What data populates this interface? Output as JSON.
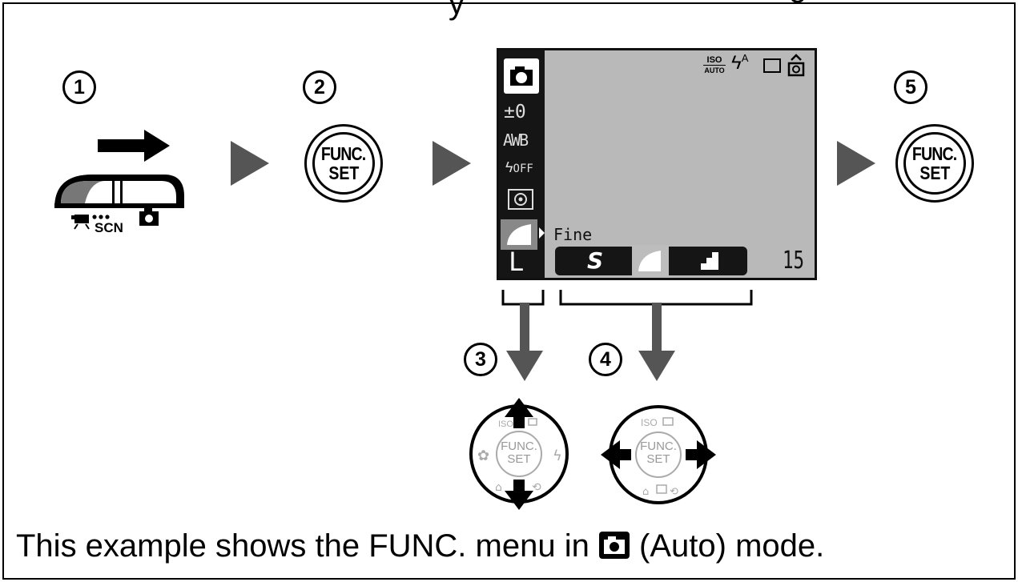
{
  "header_text": "y",
  "steps": {
    "s1": "1",
    "s2": "2",
    "s3": "3",
    "s4": "4",
    "s5": "5"
  },
  "mode_dial": {
    "scn_label": "SCN"
  },
  "func_button": {
    "line1": "FUNC.",
    "line2": "SET"
  },
  "lcd": {
    "menu_items": [
      "±0",
      "AWB",
      "OFF"
    ],
    "size_label": "L",
    "setting_name": "Fine",
    "shots_remaining": "15",
    "status_icons": [
      "ISO AUTO",
      "flash-auto",
      "single-shot",
      "camera"
    ],
    "iso_top": "ISO",
    "iso_bottom": "AUTO",
    "flash_sup": "A"
  },
  "control_pad": {
    "center_line1": "FUNC.",
    "center_line2": "SET",
    "iso_label": "ISO"
  },
  "caption": {
    "before": "This example shows the FUNC. menu in ",
    "after": " (Auto) mode."
  },
  "colors": {
    "lcd_bg": "#b9b9b9",
    "lcd_bar": "#151515",
    "arrow_gray": "#555555"
  }
}
